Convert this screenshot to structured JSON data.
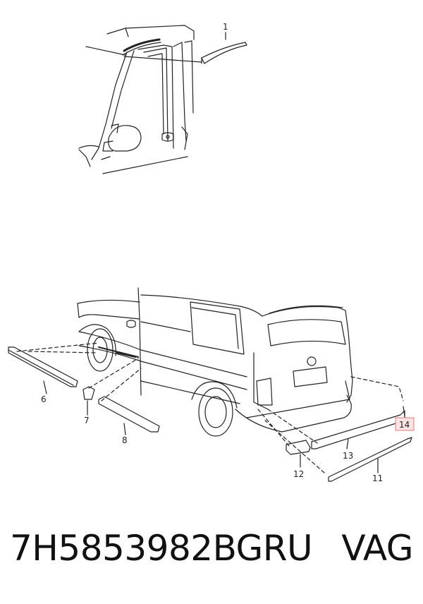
{
  "callouts": [
    {
      "id": "1",
      "label": "1"
    },
    {
      "id": "6",
      "label": "6"
    },
    {
      "id": "7",
      "label": "7"
    },
    {
      "id": "8",
      "label": "8"
    },
    {
      "id": "11",
      "label": "11"
    },
    {
      "id": "12",
      "label": "12"
    },
    {
      "id": "13",
      "label": "13"
    },
    {
      "id": "14",
      "label": "14",
      "highlighted": true
    }
  ],
  "caption": {
    "part_number": "7H5853982BGRU",
    "brand": "VAG"
  },
  "colors": {
    "line": "#222222",
    "highlight_fill": "#fde3e3",
    "highlight_stroke": "#e07b7b"
  }
}
